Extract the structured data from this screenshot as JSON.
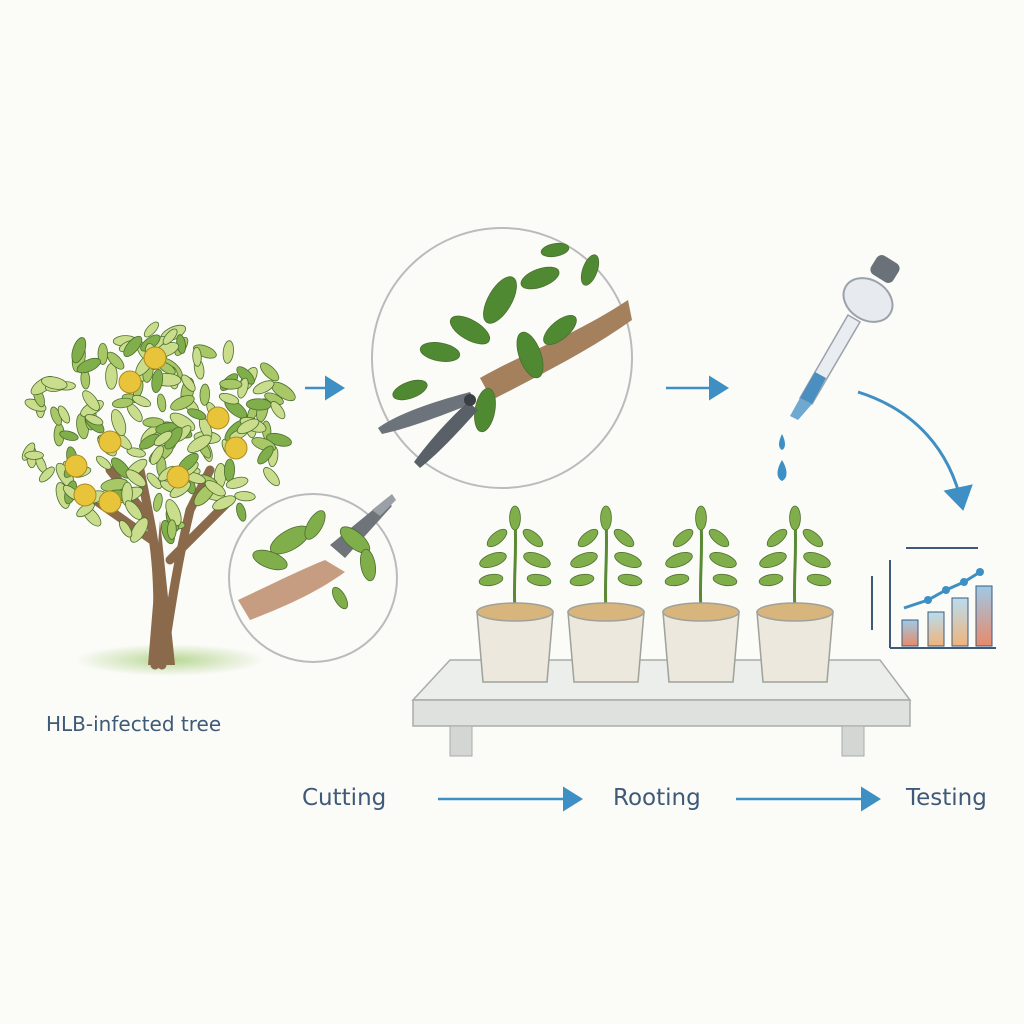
{
  "labels": {
    "tree": "HLB-infected tree",
    "cutting": "Cutting",
    "rooting": "Rooting",
    "testing": "Testing"
  },
  "colors": {
    "accent": "#3d8fc4",
    "label": "#3f5a78",
    "leaf": "#7fae4a",
    "leaf_dark": "#4f8a32",
    "fruit": "#e8c43a",
    "bark": "#8a6a4b",
    "pot": "#ece8dd",
    "bench": "#e7e8e6"
  },
  "icons": [
    "tree-icon",
    "pruning-shears-icon",
    "knife-icon",
    "dropper-icon",
    "bar-chart-icon",
    "seedling-icon"
  ]
}
